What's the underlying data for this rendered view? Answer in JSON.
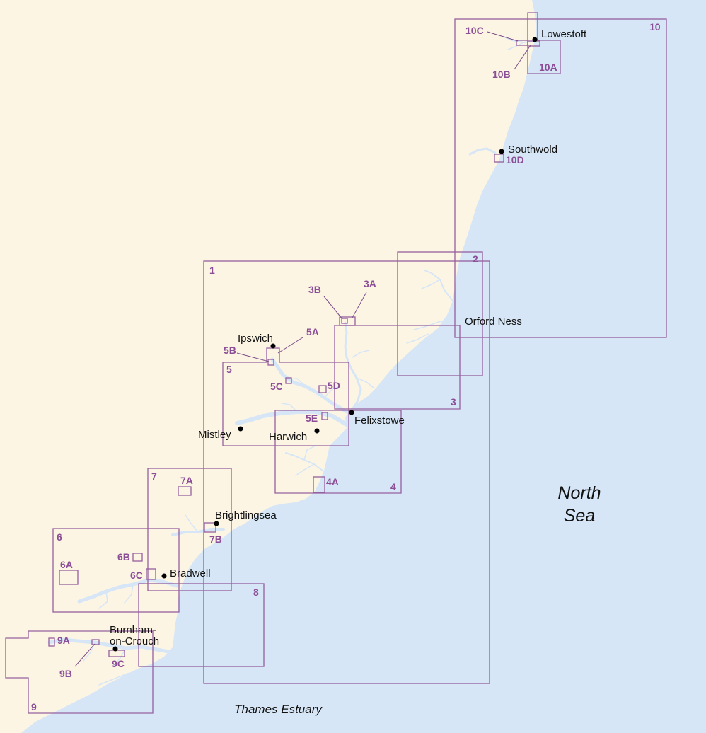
{
  "colors": {
    "sea": "#d6e6f6",
    "land": "#fdf5e4",
    "chart_outline": "#96609f",
    "chart_label": "#8a4d96",
    "town_dot": "#000000"
  },
  "sea_labels": {
    "north_sea_line1": "North",
    "north_sea_line2": "Sea",
    "thames": "Thames Estuary"
  },
  "towns": {
    "lowestoft": "Lowestoft",
    "southwold": "Southwold",
    "orford_ness": "Orford Ness",
    "ipswich": "Ipswich",
    "felixstowe": "Felixstowe",
    "mistley": "Mistley",
    "harwich": "Harwich",
    "brightlingsea": "Brightlingsea",
    "bradwell": "Bradwell",
    "burnham_line1": "Burnham-",
    "burnham_line2": "on-Crouch"
  },
  "charts": {
    "c1": "1",
    "c2": "2",
    "c3": "3",
    "c3a": "3A",
    "c3b": "3B",
    "c4": "4",
    "c4a": "4A",
    "c5": "5",
    "c5a": "5A",
    "c5b": "5B",
    "c5c": "5C",
    "c5d": "5D",
    "c5e": "5E",
    "c6": "6",
    "c6a": "6A",
    "c6b": "6B",
    "c6c": "6C",
    "c7": "7",
    "c7a": "7A",
    "c7b": "7B",
    "c8": "8",
    "c9": "9",
    "c9a": "9A",
    "c9b": "9B",
    "c9c": "9C",
    "c10": "10",
    "c10a": "10A",
    "c10b": "10B",
    "c10c": "10C",
    "c10d": "10D"
  }
}
